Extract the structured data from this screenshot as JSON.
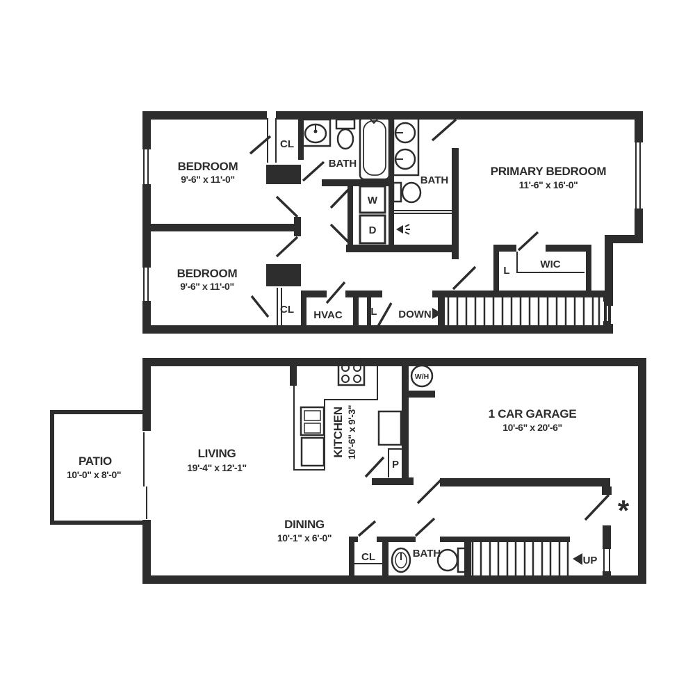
{
  "colors": {
    "wall": "#2d2d2d",
    "background": "#ffffff"
  },
  "upper_floor": {
    "bedroom_top": {
      "name": "BEDROOM",
      "dims": "9'-6\" x 11'-0\""
    },
    "bedroom_bottom": {
      "name": "BEDROOM",
      "dims": "9'-6\" x 11'-0\""
    },
    "primary_bedroom": {
      "name": "PRIMARY BEDROOM",
      "dims": "11'-6\" x 16'-0\""
    },
    "hall_bath": {
      "name": "BATH"
    },
    "primary_bath": {
      "name": "BATH"
    },
    "closet_top": {
      "label": "CL"
    },
    "closet_bottom": {
      "label": "CL"
    },
    "hvac": {
      "label": "HVAC"
    },
    "linen_hall": {
      "label": "L"
    },
    "linen_primary": {
      "label": "L"
    },
    "walk_in_closet": {
      "label": "WIC"
    },
    "washer": {
      "label": "W"
    },
    "dryer": {
      "label": "D"
    },
    "stairs": {
      "label": "DOWN"
    }
  },
  "lower_floor": {
    "patio": {
      "name": "PATIO",
      "dims": "10'-0\" x 8'-0\""
    },
    "living": {
      "name": "LIVING",
      "dims": "19'-4\" x 12'-1\""
    },
    "kitchen": {
      "name": "KITCHEN",
      "dims": "10'-6\" x 9'-3\""
    },
    "dining": {
      "name": "DINING",
      "dims": "10'-1\" x 6'-0\""
    },
    "garage": {
      "name": "1 CAR GARAGE",
      "dims": "10'-6\" x 20'-6\""
    },
    "bath": {
      "name": "BATH"
    },
    "closet": {
      "label": "CL"
    },
    "pantry": {
      "label": "P"
    },
    "water_heater": {
      "label": "W/H"
    },
    "stairs": {
      "label": "UP"
    },
    "note_marker": "*"
  }
}
